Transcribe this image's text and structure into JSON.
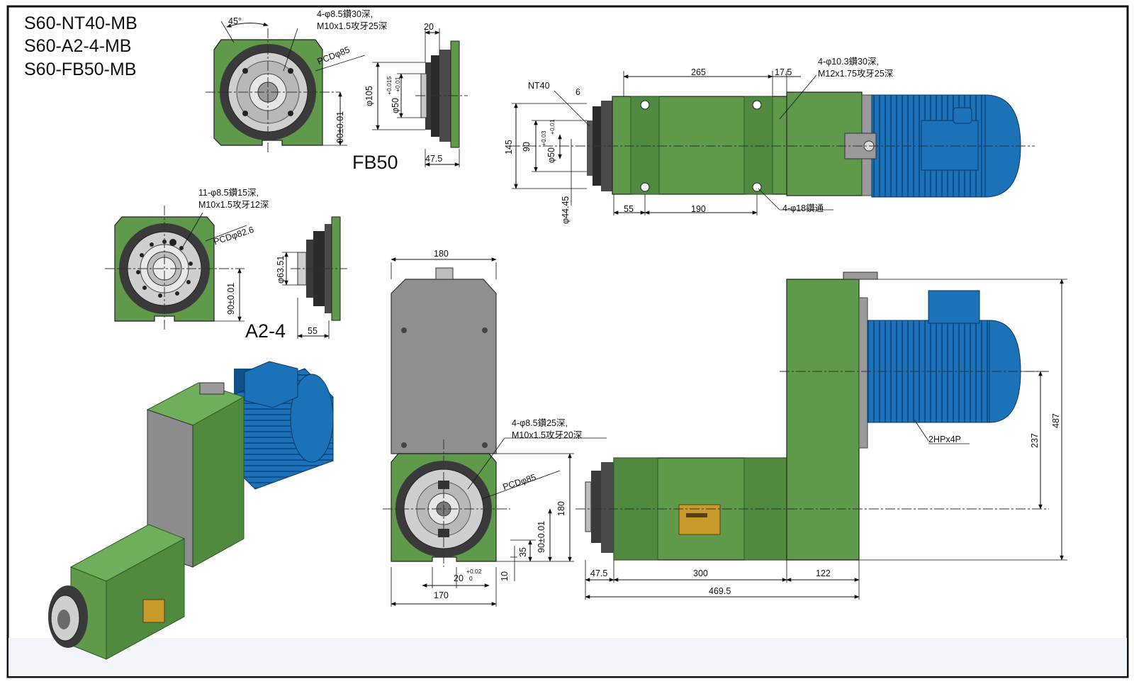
{
  "models": [
    "S60-NT40-MB",
    "S60-A2-4-MB",
    "S60-FB50-MB"
  ],
  "views": {
    "fb50": {
      "label": "FB50",
      "angle": "45°",
      "note_line1": "4-φ8.5鑽30深,",
      "note_line2": "M10x1.5攻牙25深",
      "pcd": "PCDφ85",
      "dim_90": "90±0.01",
      "dim_20": "20",
      "dim_47_5": "47.5",
      "dim_d105": "φ105",
      "dim_d50": "φ50",
      "tol_upper": "+0.015",
      "tol_lower": "+0.01"
    },
    "a24": {
      "label": "A2-4",
      "note_line1": "11-φ8.5鑽15深,",
      "note_line2": "M10x1.5攻牙12深",
      "pcd": "PCDφ82.6",
      "dim_90": "90±0.01",
      "dim_d63_51": "φ63.51",
      "dim_55": "55"
    },
    "nt40_side": {
      "nt40": "NT40",
      "dim_6": "6",
      "dim_265": "265",
      "dim_17_5": "17.5",
      "note_line1": "4-φ10.3鑽30深,",
      "note_line2": "M12x1.75攻牙25深",
      "dim_145": "145",
      "dim_90": "90",
      "dim_d50": "φ50",
      "tol_upper": "+0.03",
      "tol_lower": "+0.01",
      "dim_d44_45": "φ44.45",
      "dim_55": "55",
      "dim_190": "190",
      "hole_note": "4-φ18鑽通"
    },
    "front": {
      "dim_180_top": "180",
      "note_line1": "4-φ8.5鑽25深,",
      "note_line2": "M10x1.5攻牙20深",
      "pcd": "PCDφ85",
      "dim_180_side": "180",
      "dim_90": "90±0.01",
      "dim_35": "35",
      "dim_10": "10",
      "dim_20": "20",
      "tol_upper": "+0.02",
      "tol_lower": "0",
      "dim_170": "170"
    },
    "main_side": {
      "motor": "2HPx4P",
      "dim_487": "487",
      "dim_237": "237",
      "dim_47_5": "47.5",
      "dim_300": "300",
      "dim_122": "122",
      "dim_469_5": "469.5"
    }
  },
  "colors": {
    "housing_green": "#5e9a4a",
    "housing_dark": "#3f7a34",
    "motor_blue": "#1b72b8",
    "motor_dark": "#0f4f8a",
    "plate_gray": "#8f8f8f",
    "spindle_dark": "#3a3a3a",
    "border": "#111111"
  }
}
